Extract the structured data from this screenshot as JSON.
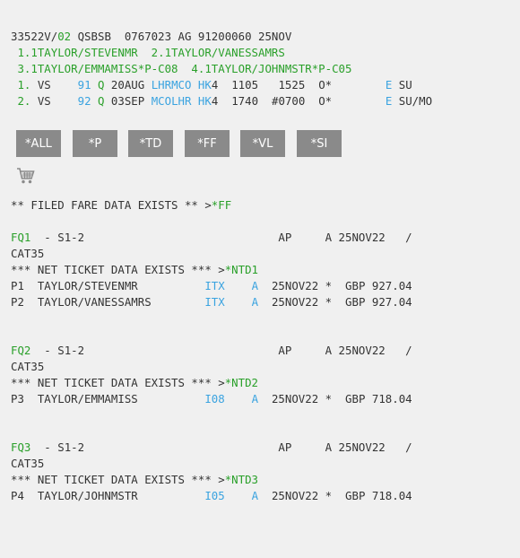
{
  "header": {
    "rec_a": "33522V/",
    "rec_b": "02",
    "rec_c": " QSBSB  0767023 AG 91200060 25NOV"
  },
  "passengers": [
    {
      "line": " 1.1TAYLOR/STEVENMR  2.1TAYLOR/VANESSAMRS"
    },
    {
      "line": " 3.1TAYLOR/EMMAMISS*P-C08  4.1TAYLOR/JOHNMSTR*P-C05"
    }
  ],
  "segments": [
    {
      "num": " 1.",
      "airline": " VS  ",
      "flight": "  91",
      "cls": " Q",
      "date": " 20AUG ",
      "route": "LHRMCO",
      "status": " HK",
      "seats": "4  1105   1525  O*        ",
      "code": "E",
      "days": " SU"
    },
    {
      "num": " 2.",
      "airline": " VS  ",
      "flight": "  92",
      "cls": " Q",
      "date": " 03SEP ",
      "route": "MCOLHR",
      "status": " HK",
      "seats": "4  1740  #0700  O*        ",
      "code": "E",
      "days": " SU/MO"
    }
  ],
  "buttons": [
    {
      "label": "*ALL"
    },
    {
      "label": "*P"
    },
    {
      "label": "*TD"
    },
    {
      "label": "*FF"
    },
    {
      "label": "*VL"
    },
    {
      "label": "*SI"
    }
  ],
  "filed_fare": {
    "text": "** FILED FARE DATA EXISTS ** >",
    "link": "*FF"
  },
  "fares": [
    {
      "id": "FQ1",
      "line": "  - S1-2                             AP     A 25NOV22   /",
      "cat": "CAT35",
      "net_text": "*** NET TICKET DATA EXISTS *** >",
      "net_link": "*NTD1",
      "rows": [
        {
          "pre": "P1  TAYLOR/STEVENMR          ",
          "code": "ITX ",
          "mid": "   ",
          "a": "A",
          "rest": "  25NOV22 *  GBP 927.04"
        },
        {
          "pre": "P2  TAYLOR/VANESSAMRS        ",
          "code": "ITX ",
          "mid": "   ",
          "a": "A",
          "rest": "  25NOV22 *  GBP 927.04"
        }
      ]
    },
    {
      "id": "FQ2",
      "line": "  - S1-2                             AP     A 25NOV22   /",
      "cat": "CAT35",
      "net_text": "*** NET TICKET DATA EXISTS *** >",
      "net_link": "*NTD2",
      "rows": [
        {
          "pre": "P3  TAYLOR/EMMAMISS          ",
          "code": "I08 ",
          "mid": "   ",
          "a": "A",
          "rest": "  25NOV22 *  GBP 718.04"
        }
      ]
    },
    {
      "id": "FQ3",
      "line": "  - S1-2                             AP     A 25NOV22   /",
      "cat": "CAT35",
      "net_text": "*** NET TICKET DATA EXISTS *** >",
      "net_link": "*NTD3",
      "rows": [
        {
          "pre": "P4  TAYLOR/JOHNMSTR          ",
          "code": "I05 ",
          "mid": "   ",
          "a": "A",
          "rest": "  25NOV22 *  GBP 718.04"
        }
      ]
    }
  ],
  "colors": {
    "green": "#2aa02a",
    "blue": "#3aa3e0",
    "button": "#8a8a8a",
    "background": "#f0f0f0"
  },
  "icons": {
    "cart": "shopping-cart-icon"
  }
}
